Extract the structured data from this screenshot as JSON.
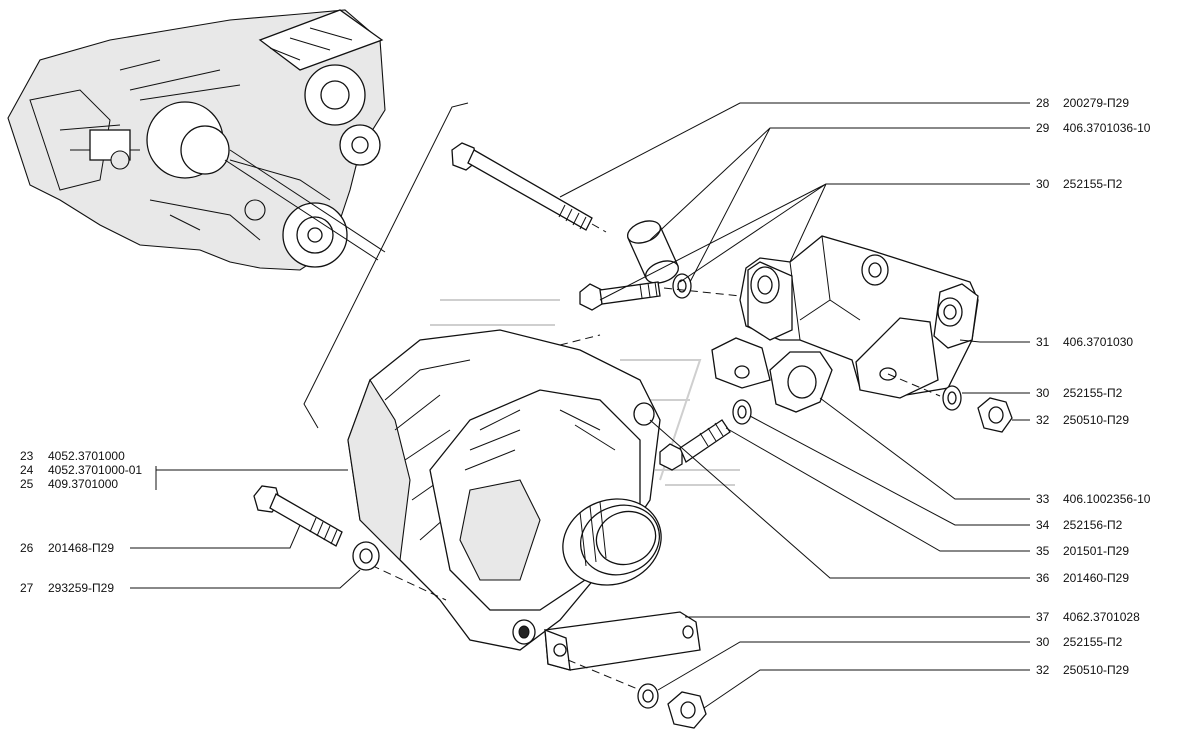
{
  "callouts_right": [
    {
      "num": "28",
      "code": "200279-П29"
    },
    {
      "num": "29",
      "code": "406.3701036-10"
    },
    {
      "num": "30",
      "code": "252155-П2"
    },
    {
      "num": "31",
      "code": "406.3701030"
    },
    {
      "num": "30",
      "code": "252155-П2"
    },
    {
      "num": "32",
      "code": "250510-П29"
    },
    {
      "num": "33",
      "code": "406.1002356-10"
    },
    {
      "num": "34",
      "code": "252156-П2"
    },
    {
      "num": "35",
      "code": "201501-П29"
    },
    {
      "num": "36",
      "code": "201460-П29"
    },
    {
      "num": "37",
      "code": "4062.3701028"
    },
    {
      "num": "30",
      "code": "252155-П2"
    },
    {
      "num": "32",
      "code": "250510-П29"
    }
  ],
  "callouts_left": [
    {
      "num": "23",
      "code": "4052.3701000"
    },
    {
      "num": "24",
      "code": "4052.3701000-01"
    },
    {
      "num": "25",
      "code": "409.3701000"
    },
    {
      "num": "26",
      "code": "201468-П29"
    },
    {
      "num": "27",
      "code": "293259-П29"
    }
  ]
}
